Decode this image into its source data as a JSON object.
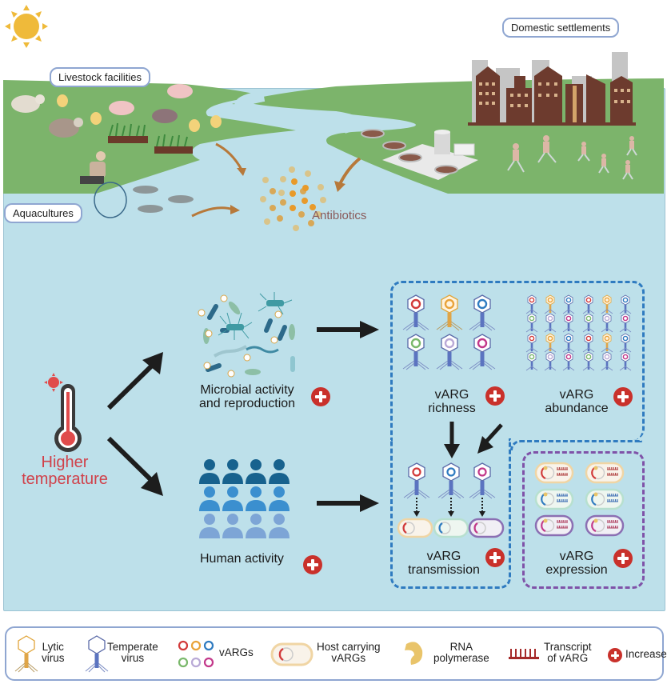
{
  "scene": {
    "labels": {
      "livestock": "Livestock facilities",
      "aquacultures": "Aquacultures",
      "domestic": "Domestic settlements",
      "antibiotics": "Antibiotics"
    }
  },
  "flow": {
    "driver": {
      "line1": "Higher",
      "line2": "temperature"
    },
    "microbial": {
      "line1": "Microbial activity",
      "line2": "and reproduction"
    },
    "human": {
      "line1": "Human activity"
    },
    "richness": {
      "line1": "vARG",
      "line2": "richness"
    },
    "abundance": {
      "line1": "vARG",
      "line2": "abundance"
    },
    "transmission": {
      "line1": "vARG",
      "line2": "transmission"
    },
    "expression": {
      "line1": "vARG",
      "line2": "expression"
    }
  },
  "legend": {
    "items": [
      {
        "icon": "lytic-virus-icon",
        "line1": "Lytic",
        "line2": "virus"
      },
      {
        "icon": "temperate-virus-icon",
        "line1": "Temperate",
        "line2": "virus"
      },
      {
        "icon": "vargs-rings-icon",
        "line1": "vARGs",
        "line2": ""
      },
      {
        "icon": "host-cell-icon",
        "line1": "Host carrying",
        "line2": "vARGs"
      },
      {
        "icon": "rna-polymerase-icon",
        "line1": "RNA",
        "line2": "polymerase"
      },
      {
        "icon": "transcript-icon",
        "line1": "Transcript",
        "line2": "of vARG"
      },
      {
        "icon": "plus-icon",
        "line1": "Increase",
        "line2": ""
      }
    ]
  },
  "colors": {
    "water": "#bde0ea",
    "land": "#7cb46b",
    "increase": "#c9312b",
    "temperature_text": "#d0414a",
    "antibiotics_text": "#8a5a5a",
    "dash_blue": "#2f7bc0",
    "dash_purple": "#7f52a8",
    "varg_ring_colors": [
      "#d23a3a",
      "#e9a33a",
      "#2f7bc0",
      "#7ab86b",
      "#b9a9d6",
      "#c2388a"
    ]
  }
}
